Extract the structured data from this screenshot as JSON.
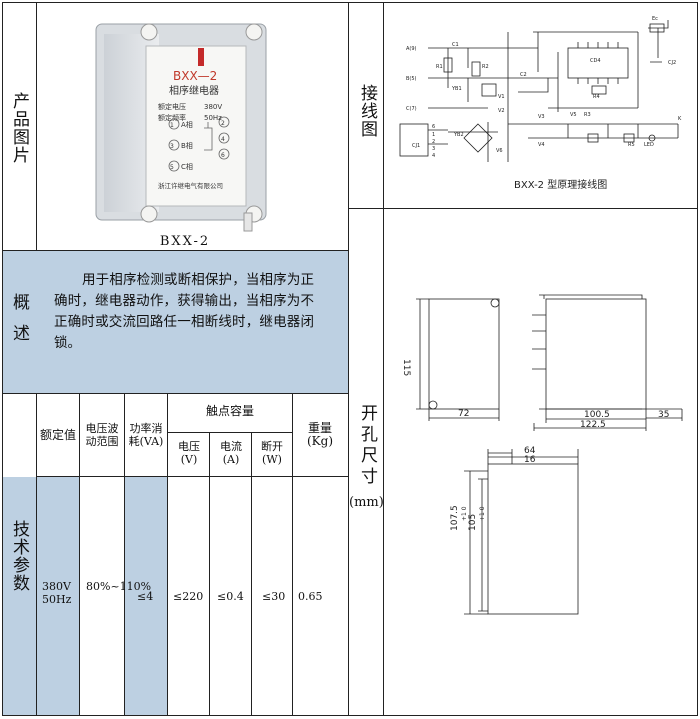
{
  "sections": {
    "product_photo": "产品图片",
    "overview": "概述",
    "tech_params": "技术参数",
    "wiring": "接线图",
    "cutout_line1": "开孔尺寸",
    "cutout_unit": "(mm)"
  },
  "product": {
    "caption": "BXX-2",
    "device_title": "BXX—2",
    "device_name": "相序继电器",
    "rated_voltage_label": "额定电压",
    "rated_voltage_value": "380V",
    "rated_freq_label": "额定频率",
    "rated_freq_value": "50Hz",
    "phases": [
      "A相",
      "B相",
      "C相"
    ],
    "terminals": [
      "1",
      "2",
      "3",
      "4",
      "5",
      "6"
    ],
    "maker": "浙江许继电气有限公司"
  },
  "overview_text": "用于相序检测或断相保护，当相序为正确时，继电器动作，获得输出，当相序为不正确时或交流回路任一相断线时，继电器闭锁。",
  "params": {
    "headers": {
      "rated": "额定值",
      "fluctuation": "电压波动范围",
      "power": "功率消耗(VA)",
      "contact": "触点容量",
      "voltage": "电压(V)",
      "current": "电流(A)",
      "breaking": "断开(W)",
      "weight": "重量(Kg)"
    },
    "values": {
      "rated": "380V 50Hz",
      "fluctuation": "80%~110%",
      "power": "≤4",
      "voltage": "≤220",
      "current": "≤0.4",
      "breaking": "≤30",
      "weight": "0.65"
    }
  },
  "wiring": {
    "caption": "BXX-2 型原理接线图",
    "labels": [
      "A(9)",
      "B(5)",
      "C(7)",
      "C1",
      "C2",
      "R1",
      "R2",
      "R3",
      "R4",
      "R5",
      "YB1",
      "YB2",
      "V1",
      "V2",
      "V3",
      "V4",
      "V5",
      "V6",
      "CD4",
      "CJ1",
      "CJ2",
      "Ec",
      "LED",
      "K",
      "6",
      "1",
      "2",
      "3",
      "4"
    ]
  },
  "dimensions": {
    "front_height": "115",
    "front_width": "72",
    "side_depth": "100.5",
    "side_total": "122.5",
    "side_extra": "35",
    "cut_width": "64",
    "cut_offset": "16",
    "cut_height_outer": "107.5",
    "cut_height_inner": "105",
    "tol_outer": "+1 0",
    "tol_inner": "+1 0"
  }
}
